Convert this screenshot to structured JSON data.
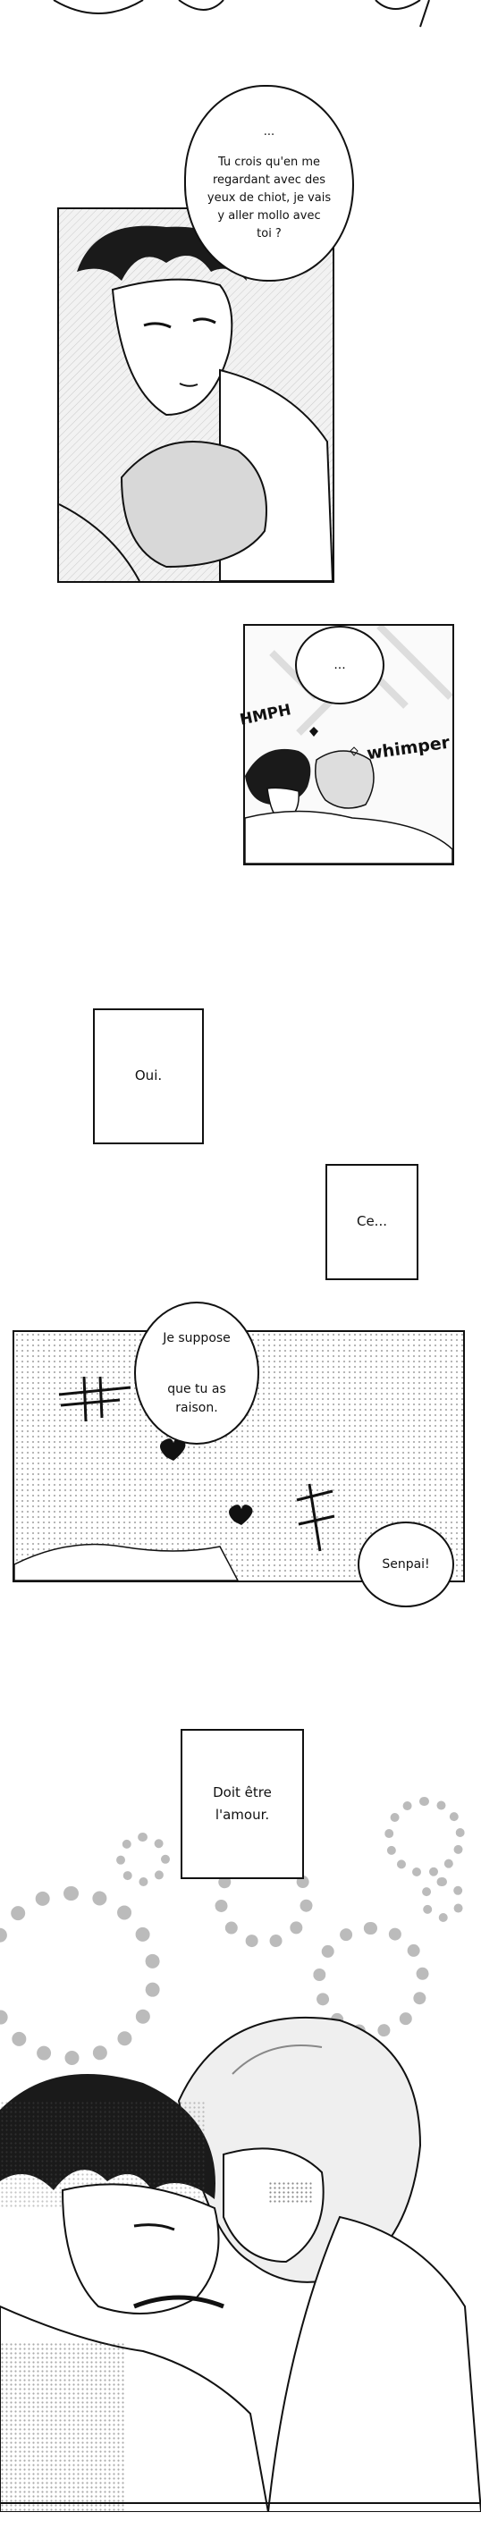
{
  "bubbles": {
    "b1_dots": "...",
    "b1_text": "Tu crois qu'en me\nregardant avec des\nyeux de chiot, je vais\ny aller mollo avec\ntoi ?",
    "b2_dots": "...",
    "b3_line1": "Je suppose",
    "b3_line2": "que tu as\nraison.",
    "b4_text": "Senpai!"
  },
  "sfx": {
    "hmph": "HMPH",
    "whimper": "whimper"
  },
  "captions": {
    "oui": "Oui.",
    "ce": "Ce...",
    "amour": "Doit être\nl'amour."
  }
}
